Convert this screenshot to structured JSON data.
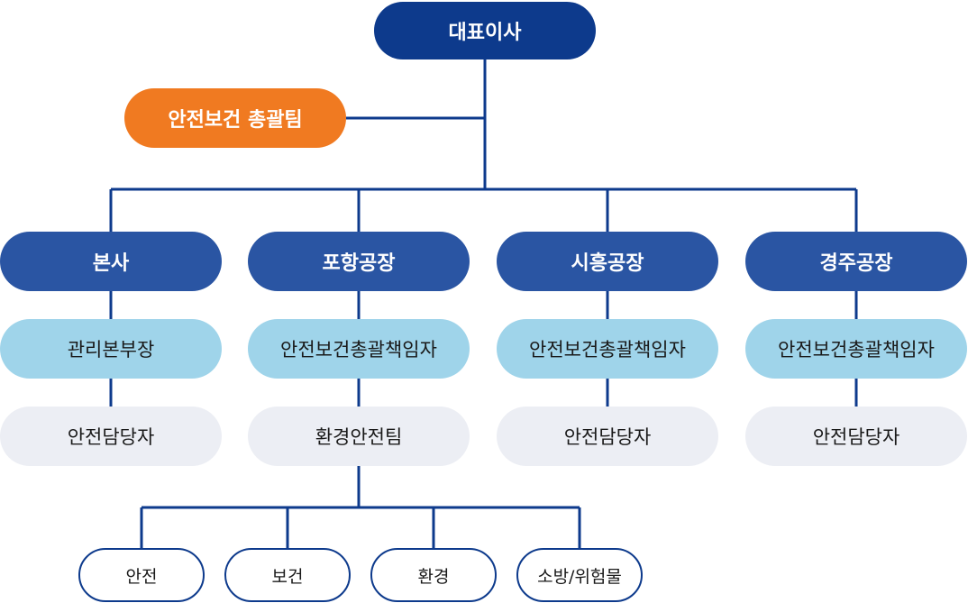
{
  "ceo": "대표이사",
  "safety_team": "안전보건 총괄팀",
  "sites": [
    {
      "name": "본사",
      "manager": "관리본부장",
      "staff": "안전담당자"
    },
    {
      "name": "포항공장",
      "manager": "안전보건총괄책임자",
      "staff": "환경안전팀"
    },
    {
      "name": "시흥공장",
      "manager": "안전보건총괄책임자",
      "staff": "안전담당자"
    },
    {
      "name": "경주공장",
      "manager": "안전보건총괄책임자",
      "staff": "안전담당자"
    }
  ],
  "sub_units": [
    "안전",
    "보건",
    "환경",
    "소방/위험물"
  ],
  "colors": {
    "ceo": "#0d3a8c",
    "team": "#f07a21",
    "site": "#2a55a3",
    "manager": "#9fd4ea",
    "staff": "#eceef4",
    "line": "#0d3a8c"
  }
}
